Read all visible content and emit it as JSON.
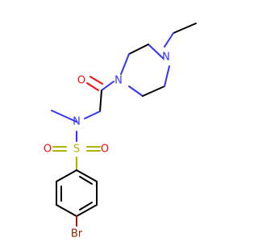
{
  "molecule": {
    "atoms": {
      "n_piperazine_top": "N",
      "n_piperazine_amide": "N",
      "o_carbonyl": "O",
      "n_sulfonamide": "N",
      "s_sulfonyl": "S",
      "o_sulfonyl_left": "O",
      "o_sulfonyl_right": "O",
      "br": "Br"
    },
    "colors": {
      "nitrogen": "#3333ff",
      "oxygen": "#ff0d0d",
      "sulfur": "#b2b200",
      "bromine": "#8b2500",
      "carbon_bond": "#000000",
      "background": "#ffffff"
    }
  }
}
